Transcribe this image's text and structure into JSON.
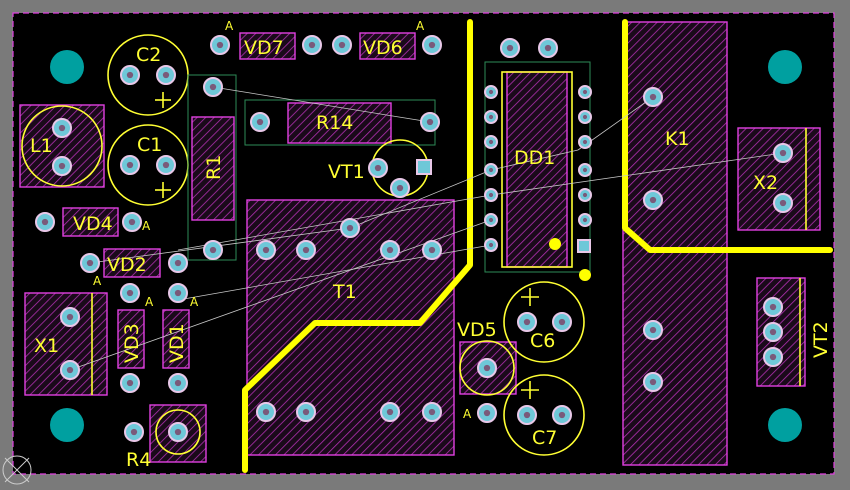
{
  "colors": {
    "background": "#7a7a7a",
    "board": "#000000",
    "silkscreen": "#ffff33",
    "component_body": "#e040e0",
    "pad": "#6ec8d8",
    "mounting_hole": "#00a0a0",
    "track": "#ffff00",
    "outline": "#e040e0"
  },
  "components": [
    {
      "ref": "C2"
    },
    {
      "ref": "C1"
    },
    {
      "ref": "L1"
    },
    {
      "ref": "R1"
    },
    {
      "ref": "VD7"
    },
    {
      "ref": "VD6"
    },
    {
      "ref": "R14"
    },
    {
      "ref": "VT1"
    },
    {
      "ref": "VD4"
    },
    {
      "ref": "VD2"
    },
    {
      "ref": "T1"
    },
    {
      "ref": "DD1"
    },
    {
      "ref": "K1"
    },
    {
      "ref": "X2"
    },
    {
      "ref": "X1"
    },
    {
      "ref": "VD3"
    },
    {
      "ref": "VD1"
    },
    {
      "ref": "VD5"
    },
    {
      "ref": "C6"
    },
    {
      "ref": "C7"
    },
    {
      "ref": "R4"
    },
    {
      "ref": "VT2"
    }
  ],
  "anode_marker": "A",
  "polarity_marker": "+"
}
